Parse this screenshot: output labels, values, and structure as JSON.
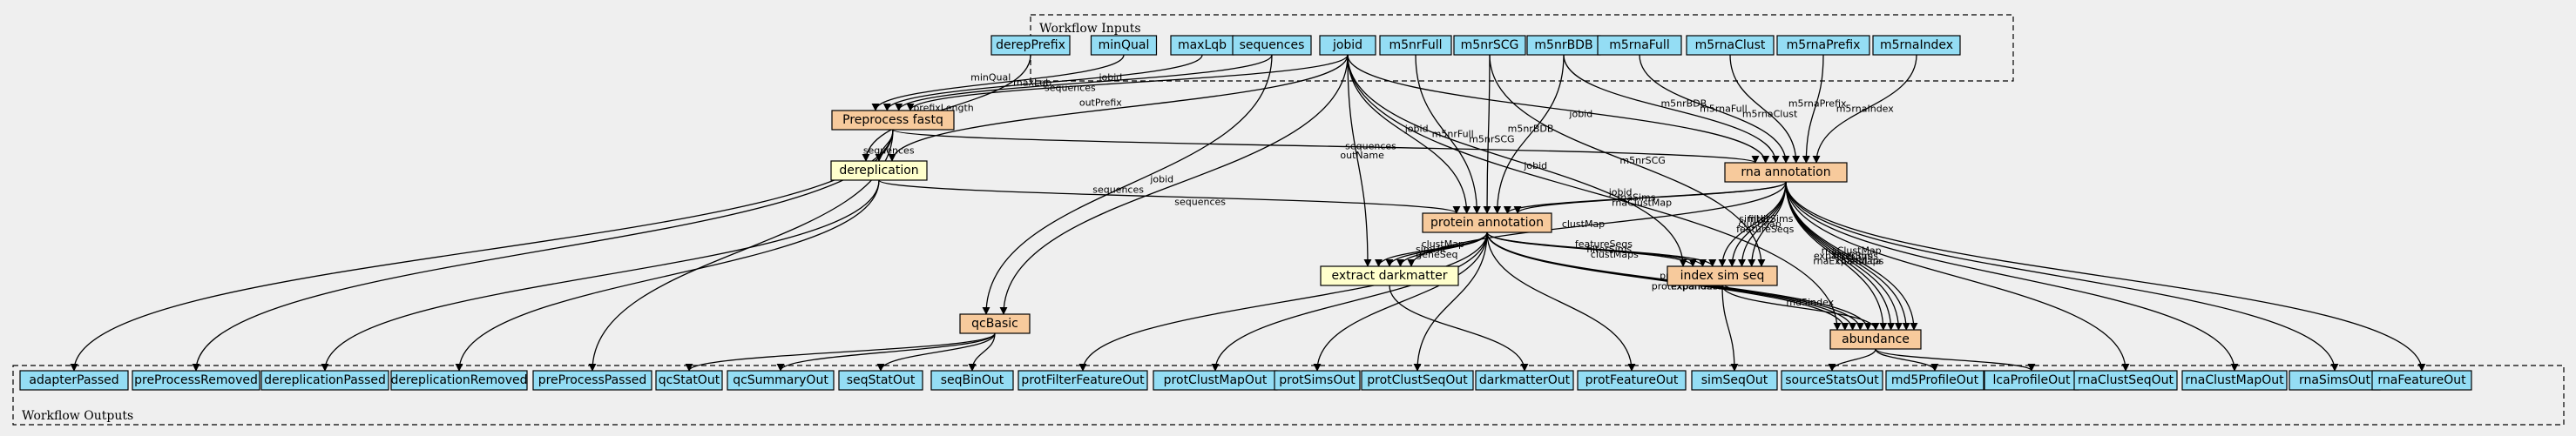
{
  "diagram": {
    "clusters": {
      "inputs_label": "Workflow Inputs",
      "outputs_label": "Workflow Outputs"
    },
    "colors": {
      "io": "#94ddf4",
      "step": "#f7ca9c",
      "tool": "#ffffcc",
      "background": "#efefef"
    },
    "nodes": [
      {
        "id": "derepPrefix",
        "label": "derepPrefix",
        "kind": "io"
      },
      {
        "id": "minQual",
        "label": "minQual",
        "kind": "io"
      },
      {
        "id": "maxLqb",
        "label": "maxLqb",
        "kind": "io"
      },
      {
        "id": "sequences",
        "label": "sequences",
        "kind": "io"
      },
      {
        "id": "jobid",
        "label": "jobid",
        "kind": "io"
      },
      {
        "id": "m5nrFull",
        "label": "m5nrFull",
        "kind": "io"
      },
      {
        "id": "m5nrSCG",
        "label": "m5nrSCG",
        "kind": "io"
      },
      {
        "id": "m5nrBDB",
        "label": "m5nrBDB",
        "kind": "io"
      },
      {
        "id": "m5rnaFull",
        "label": "m5rnaFull",
        "kind": "io"
      },
      {
        "id": "m5rnaClust",
        "label": "m5rnaClust",
        "kind": "io"
      },
      {
        "id": "m5rnaPrefix",
        "label": "m5rnaPrefix",
        "kind": "io"
      },
      {
        "id": "m5rnaIndex",
        "label": "m5rnaIndex",
        "kind": "io"
      },
      {
        "id": "preprocess",
        "label": "Preprocess fastq",
        "kind": "step"
      },
      {
        "id": "dereplication",
        "label": "dereplication",
        "kind": "tool"
      },
      {
        "id": "rna",
        "label": "rna annotation",
        "kind": "step"
      },
      {
        "id": "protein",
        "label": "protein annotation",
        "kind": "step"
      },
      {
        "id": "darkmatter",
        "label": "extract darkmatter",
        "kind": "tool"
      },
      {
        "id": "indexsim",
        "label": "index sim seq",
        "kind": "step"
      },
      {
        "id": "qcbasic",
        "label": "qcBasic",
        "kind": "step"
      },
      {
        "id": "abundance",
        "label": "abundance",
        "kind": "step"
      },
      {
        "id": "adapterPassed",
        "label": "adapterPassed",
        "kind": "io"
      },
      {
        "id": "preProcessRemoved",
        "label": "preProcessRemoved",
        "kind": "io"
      },
      {
        "id": "dereplicationPassed",
        "label": "dereplicationPassed",
        "kind": "io"
      },
      {
        "id": "dereplicationRemoved",
        "label": "dereplicationRemoved",
        "kind": "io"
      },
      {
        "id": "preProcessPassed",
        "label": "preProcessPassed",
        "kind": "io"
      },
      {
        "id": "qcStatOut",
        "label": "qcStatOut",
        "kind": "io"
      },
      {
        "id": "qcSummaryOut",
        "label": "qcSummaryOut",
        "kind": "io"
      },
      {
        "id": "seqStatOut",
        "label": "seqStatOut",
        "kind": "io"
      },
      {
        "id": "seqBinOut",
        "label": "seqBinOut",
        "kind": "io"
      },
      {
        "id": "protFilterFeatureOut",
        "label": "protFilterFeatureOut",
        "kind": "io"
      },
      {
        "id": "protClustMapOut",
        "label": "protClustMapOut",
        "kind": "io"
      },
      {
        "id": "protSimsOut",
        "label": "protSimsOut",
        "kind": "io"
      },
      {
        "id": "protClustSeqOut",
        "label": "protClustSeqOut",
        "kind": "io"
      },
      {
        "id": "darkmatterOut",
        "label": "darkmatterOut",
        "kind": "io"
      },
      {
        "id": "protFeatureOut",
        "label": "protFeatureOut",
        "kind": "io"
      },
      {
        "id": "simSeqOut",
        "label": "simSeqOut",
        "kind": "io"
      },
      {
        "id": "sourceStatsOut",
        "label": "sourceStatsOut",
        "kind": "io"
      },
      {
        "id": "md5ProfileOut",
        "label": "md5ProfileOut",
        "kind": "io"
      },
      {
        "id": "lcaProfileOut",
        "label": "lcaProfileOut",
        "kind": "io"
      },
      {
        "id": "rnaClustSeqOut",
        "label": "rnaClustSeqOut",
        "kind": "io"
      },
      {
        "id": "rnaClustMapOut",
        "label": "rnaClustMapOut",
        "kind": "io"
      },
      {
        "id": "rnaSimsOut",
        "label": "rnaSimsOut",
        "kind": "io"
      },
      {
        "id": "rnaFeatureOut",
        "label": "rnaFeatureOut",
        "kind": "io"
      }
    ],
    "edges": [
      {
        "from": "minQual",
        "to": "preprocess",
        "label": "minQual"
      },
      {
        "from": "maxLqb",
        "to": "preprocess",
        "label": "maxLqb"
      },
      {
        "from": "sequences",
        "to": "preprocess",
        "label": "sequences"
      },
      {
        "from": "jobid",
        "to": "preprocess",
        "label": "jobid"
      },
      {
        "from": "derepPrefix",
        "to": "dereplication",
        "label": "prefixLength"
      },
      {
        "from": "preprocess",
        "to": "dereplication",
        "label": "sequences"
      },
      {
        "from": "jobid",
        "to": "dereplication",
        "label": "outPrefix"
      },
      {
        "from": "preprocess",
        "to": "rna",
        "label": "sequences"
      },
      {
        "from": "jobid",
        "to": "rna",
        "label": "jobid"
      },
      {
        "from": "m5nrBDB",
        "to": "rna",
        "label": "m5nrBDB"
      },
      {
        "from": "m5rnaFull",
        "to": "rna",
        "label": "m5rnaFull"
      },
      {
        "from": "m5rnaClust",
        "to": "rna",
        "label": "m5rnaClust"
      },
      {
        "from": "m5rnaPrefix",
        "to": "rna",
        "label": "m5rnaPrefix"
      },
      {
        "from": "m5rnaIndex",
        "to": "rna",
        "label": "m5rnaIndex"
      },
      {
        "from": "dereplication",
        "to": "protein",
        "label": "sequences"
      },
      {
        "from": "jobid",
        "to": "protein",
        "label": "jobid"
      },
      {
        "from": "m5nrFull",
        "to": "protein",
        "label": "m5nrFull"
      },
      {
        "from": "m5nrSCG",
        "to": "protein",
        "label": "m5nrSCG"
      },
      {
        "from": "m5nrBDB",
        "to": "protein",
        "label": "m5nrBDB"
      },
      {
        "from": "rna",
        "to": "protein",
        "label": "rnaSims"
      },
      {
        "from": "rna",
        "to": "protein",
        "label": "rnaClustMap"
      },
      {
        "from": "jobid",
        "to": "darkmatter",
        "label": "outName"
      },
      {
        "from": "protein",
        "to": "darkmatter",
        "label": "simHit"
      },
      {
        "from": "protein",
        "to": "darkmatter",
        "label": "geneSeq"
      },
      {
        "from": "protein",
        "to": "darkmatter",
        "label": "clustMap"
      },
      {
        "from": "rna",
        "to": "darkmatter",
        "label": "clustMap"
      },
      {
        "from": "jobid",
        "to": "indexsim",
        "label": "jobid"
      },
      {
        "from": "protein",
        "to": "indexsim",
        "label": "featureSeqs"
      },
      {
        "from": "protein",
        "to": "indexsim",
        "label": "filterSims"
      },
      {
        "from": "protein",
        "to": "indexsim",
        "label": "clustMaps"
      },
      {
        "from": "rna",
        "to": "indexsim",
        "label": "simHit"
      },
      {
        "from": "rna",
        "to": "indexsim",
        "label": "clustMap"
      },
      {
        "from": "rna",
        "to": "indexsim",
        "label": "featureSeqs"
      },
      {
        "from": "rna",
        "to": "indexsim",
        "label": "filterSims"
      },
      {
        "from": "m5nrSCG",
        "to": "indexsim",
        "label": "m5nrSCG"
      },
      {
        "from": "sequences",
        "to": "qcbasic",
        "label": "sequences"
      },
      {
        "from": "jobid",
        "to": "qcbasic",
        "label": "jobid"
      },
      {
        "from": "jobid",
        "to": "abundance",
        "label": "jobid"
      },
      {
        "from": "protein",
        "to": "abundance",
        "label": "protExpandLca"
      },
      {
        "from": "protein",
        "to": "abundance",
        "label": "protClustMap"
      },
      {
        "from": "protein",
        "to": "abundance",
        "label": "filterSims"
      },
      {
        "from": "protein",
        "to": "abundance",
        "label": "expandSims"
      },
      {
        "from": "indexsim",
        "to": "abundance",
        "label": "md5index"
      },
      {
        "from": "rna",
        "to": "abundance",
        "label": "expandSims"
      },
      {
        "from": "rna",
        "to": "abundance",
        "label": "rnaExpandLca"
      },
      {
        "from": "rna",
        "to": "abundance",
        "label": "rnaClustMap"
      },
      {
        "from": "rna",
        "to": "abundance",
        "label": "filterSims"
      },
      {
        "from": "rna",
        "to": "abundance",
        "label": "clustMaps"
      },
      {
        "from": "preprocess",
        "to": "adapterPassed",
        "label": ""
      },
      {
        "from": "preprocess",
        "to": "preProcessRemoved",
        "label": ""
      },
      {
        "from": "dereplication",
        "to": "dereplicationPassed",
        "label": ""
      },
      {
        "from": "dereplication",
        "to": "dereplicationRemoved",
        "label": ""
      },
      {
        "from": "preprocess",
        "to": "preProcessPassed",
        "label": ""
      },
      {
        "from": "qcbasic",
        "to": "qcStatOut",
        "label": ""
      },
      {
        "from": "qcbasic",
        "to": "qcSummaryOut",
        "label": ""
      },
      {
        "from": "qcbasic",
        "to": "seqStatOut",
        "label": ""
      },
      {
        "from": "qcbasic",
        "to": "seqBinOut",
        "label": ""
      },
      {
        "from": "protein",
        "to": "protFilterFeatureOut",
        "label": ""
      },
      {
        "from": "protein",
        "to": "protClustMapOut",
        "label": ""
      },
      {
        "from": "protein",
        "to": "protSimsOut",
        "label": ""
      },
      {
        "from": "protein",
        "to": "protClustSeqOut",
        "label": ""
      },
      {
        "from": "darkmatter",
        "to": "darkmatterOut",
        "label": ""
      },
      {
        "from": "protein",
        "to": "protFeatureOut",
        "label": ""
      },
      {
        "from": "indexsim",
        "to": "simSeqOut",
        "label": ""
      },
      {
        "from": "abundance",
        "to": "sourceStatsOut",
        "label": ""
      },
      {
        "from": "abundance",
        "to": "md5ProfileOut",
        "label": ""
      },
      {
        "from": "abundance",
        "to": "lcaProfileOut",
        "label": ""
      },
      {
        "from": "rna",
        "to": "rnaClustSeqOut",
        "label": ""
      },
      {
        "from": "rna",
        "to": "rnaClustMapOut",
        "label": ""
      },
      {
        "from": "rna",
        "to": "rnaSimsOut",
        "label": ""
      },
      {
        "from": "rna",
        "to": "rnaFeatureOut",
        "label": ""
      }
    ]
  }
}
